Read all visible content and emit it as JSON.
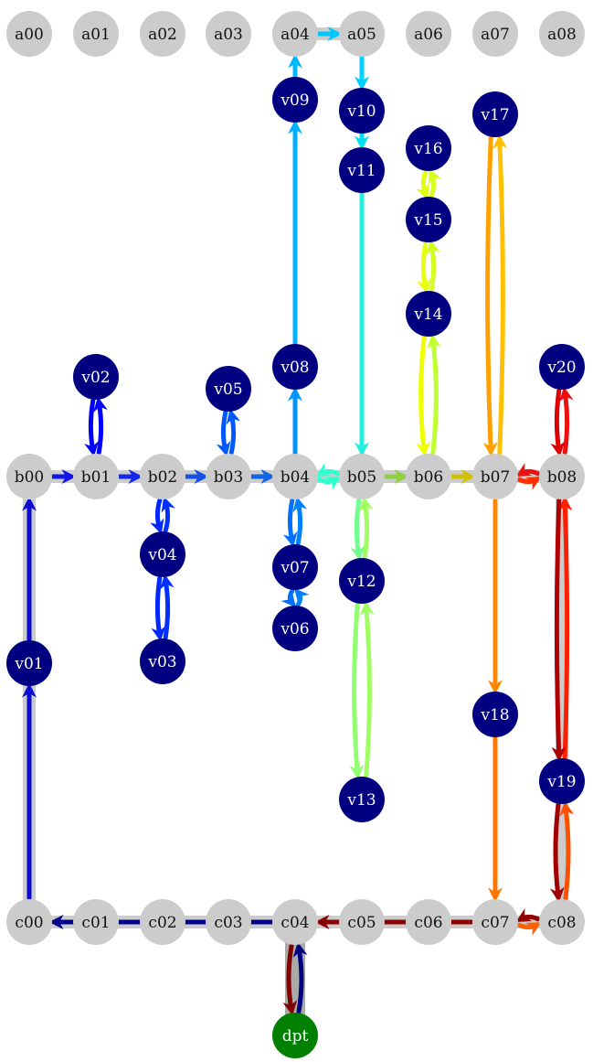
{
  "colors": {
    "grid_node": "#cccccc",
    "vertex_node": "#000080",
    "depot_node": "#008000",
    "grid_label": "#111111",
    "vertex_label": "#ffffff",
    "depot_label": "#ffffff",
    "link": "#cccccc",
    "depot_link": "#aaaaaa"
  },
  "nodes": [
    {
      "id": "a00",
      "label": "a00",
      "kind": "grid"
    },
    {
      "id": "a01",
      "label": "a01",
      "kind": "grid"
    },
    {
      "id": "a02",
      "label": "a02",
      "kind": "grid"
    },
    {
      "id": "a03",
      "label": "a03",
      "kind": "grid"
    },
    {
      "id": "a04",
      "label": "a04",
      "kind": "grid"
    },
    {
      "id": "a05",
      "label": "a05",
      "kind": "grid"
    },
    {
      "id": "a06",
      "label": "a06",
      "kind": "grid"
    },
    {
      "id": "a07",
      "label": "a07",
      "kind": "grid"
    },
    {
      "id": "a08",
      "label": "a08",
      "kind": "grid"
    },
    {
      "id": "b00",
      "label": "b00",
      "kind": "grid"
    },
    {
      "id": "b01",
      "label": "b01",
      "kind": "grid"
    },
    {
      "id": "b02",
      "label": "b02",
      "kind": "grid"
    },
    {
      "id": "b03",
      "label": "b03",
      "kind": "grid"
    },
    {
      "id": "b04",
      "label": "b04",
      "kind": "grid"
    },
    {
      "id": "b05",
      "label": "b05",
      "kind": "grid"
    },
    {
      "id": "b06",
      "label": "b06",
      "kind": "grid"
    },
    {
      "id": "b07",
      "label": "b07",
      "kind": "grid"
    },
    {
      "id": "b08",
      "label": "b08",
      "kind": "grid"
    },
    {
      "id": "c00",
      "label": "c00",
      "kind": "grid"
    },
    {
      "id": "c01",
      "label": "c01",
      "kind": "grid"
    },
    {
      "id": "c02",
      "label": "c02",
      "kind": "grid"
    },
    {
      "id": "c03",
      "label": "c03",
      "kind": "grid"
    },
    {
      "id": "c04",
      "label": "c04",
      "kind": "grid"
    },
    {
      "id": "c05",
      "label": "c05",
      "kind": "grid"
    },
    {
      "id": "c06",
      "label": "c06",
      "kind": "grid"
    },
    {
      "id": "c07",
      "label": "c07",
      "kind": "grid"
    },
    {
      "id": "c08",
      "label": "c08",
      "kind": "grid"
    },
    {
      "id": "v01",
      "label": "v01",
      "kind": "vertex"
    },
    {
      "id": "v02",
      "label": "v02",
      "kind": "vertex"
    },
    {
      "id": "v03",
      "label": "v03",
      "kind": "vertex"
    },
    {
      "id": "v04",
      "label": "v04",
      "kind": "vertex"
    },
    {
      "id": "v05",
      "label": "v05",
      "kind": "vertex"
    },
    {
      "id": "v06",
      "label": "v06",
      "kind": "vertex"
    },
    {
      "id": "v07",
      "label": "v07",
      "kind": "vertex"
    },
    {
      "id": "v08",
      "label": "v08",
      "kind": "vertex"
    },
    {
      "id": "v09",
      "label": "v09",
      "kind": "vertex"
    },
    {
      "id": "v10",
      "label": "v10",
      "kind": "vertex"
    },
    {
      "id": "v11",
      "label": "v11",
      "kind": "vertex"
    },
    {
      "id": "v12",
      "label": "v12",
      "kind": "vertex"
    },
    {
      "id": "v13",
      "label": "v13",
      "kind": "vertex"
    },
    {
      "id": "v14",
      "label": "v14",
      "kind": "vertex"
    },
    {
      "id": "v15",
      "label": "v15",
      "kind": "vertex"
    },
    {
      "id": "v16",
      "label": "v16",
      "kind": "vertex"
    },
    {
      "id": "v17",
      "label": "v17",
      "kind": "vertex"
    },
    {
      "id": "v18",
      "label": "v18",
      "kind": "vertex"
    },
    {
      "id": "v19",
      "label": "v19",
      "kind": "vertex"
    },
    {
      "id": "v20",
      "label": "v20",
      "kind": "vertex"
    },
    {
      "id": "dpt",
      "label": "dpt",
      "kind": "depot"
    }
  ],
  "links": [
    {
      "from": "b00",
      "to": "b01"
    },
    {
      "from": "b01",
      "to": "b02"
    },
    {
      "from": "b02",
      "to": "b03"
    },
    {
      "from": "b03",
      "to": "b04"
    },
    {
      "from": "b04",
      "to": "b05"
    },
    {
      "from": "b05",
      "to": "b06"
    },
    {
      "from": "b06",
      "to": "b07"
    },
    {
      "from": "b07",
      "to": "b08"
    },
    {
      "from": "c00",
      "to": "c01"
    },
    {
      "from": "c01",
      "to": "c02"
    },
    {
      "from": "c02",
      "to": "c03"
    },
    {
      "from": "c03",
      "to": "c04"
    },
    {
      "from": "c04",
      "to": "c05"
    },
    {
      "from": "c05",
      "to": "c06"
    },
    {
      "from": "c06",
      "to": "c07"
    },
    {
      "from": "c07",
      "to": "c08"
    },
    {
      "from": "b00",
      "to": "c00"
    },
    {
      "from": "b08",
      "to": "c08"
    },
    {
      "from": "a04",
      "to": "a05"
    }
  ],
  "depot_link": {
    "from": "c04",
    "to": "dpt"
  },
  "route": [
    {
      "from": "dpt",
      "to": "c04",
      "color": "#000080",
      "bend": 10
    },
    {
      "from": "c04",
      "to": "c00",
      "color": "#00008b",
      "bend": 0
    },
    {
      "from": "c00",
      "to": "v01",
      "color": "#0a0ad0",
      "bend": 0
    },
    {
      "from": "v01",
      "to": "b00",
      "color": "#0a0ad0",
      "bend": 0
    },
    {
      "from": "b00",
      "to": "b01",
      "color": "#1414e6",
      "bend": 0
    },
    {
      "from": "b01",
      "to": "v02",
      "color": "#0000ff",
      "bend": 8
    },
    {
      "from": "v02",
      "to": "b01",
      "color": "#0000ff",
      "bend": 8
    },
    {
      "from": "b01",
      "to": "b02",
      "color": "#1428e6",
      "bend": 0
    },
    {
      "from": "b02",
      "to": "v04",
      "color": "#0028ff",
      "bend": 8
    },
    {
      "from": "v04",
      "to": "v03",
      "color": "#0028ff",
      "bend": 8
    },
    {
      "from": "v03",
      "to": "v04",
      "color": "#0030ff",
      "bend": 8
    },
    {
      "from": "v04",
      "to": "b02",
      "color": "#0030ff",
      "bend": 8
    },
    {
      "from": "b02",
      "to": "b03",
      "color": "#1450e6",
      "bend": 0
    },
    {
      "from": "b03",
      "to": "v05",
      "color": "#0058ff",
      "bend": 8
    },
    {
      "from": "v05",
      "to": "b03",
      "color": "#0058ff",
      "bend": 8
    },
    {
      "from": "b03",
      "to": "b04",
      "color": "#1464e6",
      "bend": 0
    },
    {
      "from": "b04",
      "to": "v07",
      "color": "#0070ff",
      "bend": 8
    },
    {
      "from": "v07",
      "to": "v06",
      "color": "#0070ff",
      "bend": 8
    },
    {
      "from": "v06",
      "to": "v07",
      "color": "#0080ff",
      "bend": 8
    },
    {
      "from": "v07",
      "to": "b04",
      "color": "#0080ff",
      "bend": 8
    },
    {
      "from": "b04",
      "to": "v08",
      "color": "#0094ff",
      "bend": 0
    },
    {
      "from": "v08",
      "to": "v09",
      "color": "#00b0ff",
      "bend": 0
    },
    {
      "from": "v09",
      "to": "a04",
      "color": "#00b8ff",
      "bend": 0
    },
    {
      "from": "a04",
      "to": "a05",
      "color": "#00c8ff",
      "bend": 0
    },
    {
      "from": "a05",
      "to": "v10",
      "color": "#00d0ff",
      "bend": 0
    },
    {
      "from": "v10",
      "to": "v11",
      "color": "#00e0f0",
      "bend": 0
    },
    {
      "from": "v11",
      "to": "b05",
      "color": "#20f0e0",
      "bend": 0
    },
    {
      "from": "b05",
      "to": "b04",
      "color": "#30ffd0",
      "bend": 8
    },
    {
      "from": "b04",
      "to": "b05",
      "color": "#30ffd0",
      "bend": 8
    },
    {
      "from": "b05",
      "to": "v12",
      "color": "#70ff90",
      "bend": 8
    },
    {
      "from": "v12",
      "to": "v13",
      "color": "#90ff70",
      "bend": 12
    },
    {
      "from": "v13",
      "to": "v12",
      "color": "#a0ff60",
      "bend": 12
    },
    {
      "from": "v12",
      "to": "b05",
      "color": "#a0ff60",
      "bend": 8
    },
    {
      "from": "b05",
      "to": "b06",
      "color": "#90d040",
      "bend": 0
    },
    {
      "from": "b06",
      "to": "v14",
      "color": "#c0ff30",
      "bend": 12
    },
    {
      "from": "v14",
      "to": "v15",
      "color": "#d0ff20",
      "bend": 8
    },
    {
      "from": "v15",
      "to": "v16",
      "color": "#d8ff20",
      "bend": 8
    },
    {
      "from": "v16",
      "to": "v15",
      "color": "#e0ff10",
      "bend": 8
    },
    {
      "from": "v15",
      "to": "v14",
      "color": "#e8ff10",
      "bend": 8
    },
    {
      "from": "v14",
      "to": "b06",
      "color": "#f0ff00",
      "bend": 12
    },
    {
      "from": "b06",
      "to": "b07",
      "color": "#d0c000",
      "bend": 0
    },
    {
      "from": "b07",
      "to": "v17",
      "color": "#ffc000",
      "bend": 12
    },
    {
      "from": "v17",
      "to": "b07",
      "color": "#ffa000",
      "bend": 12
    },
    {
      "from": "b07",
      "to": "b08",
      "color": "#ff3000",
      "bend": 8
    },
    {
      "from": "b08",
      "to": "v20",
      "color": "#ee1010",
      "bend": 8
    },
    {
      "from": "v20",
      "to": "b08",
      "color": "#dd0000",
      "bend": 8
    },
    {
      "from": "b08",
      "to": "b07",
      "color": "#ee1010",
      "bend": 8
    },
    {
      "from": "b07",
      "to": "v18",
      "color": "#ff8800",
      "bend": 0
    },
    {
      "from": "v18",
      "to": "c07",
      "color": "#ff7700",
      "bend": 0
    },
    {
      "from": "c07",
      "to": "c08",
      "color": "#ff6000",
      "bend": 8
    },
    {
      "from": "c08",
      "to": "v19",
      "color": "#ff5000",
      "bend": 10
    },
    {
      "from": "v19",
      "to": "b08",
      "color": "#ff2000",
      "bend": 8
    },
    {
      "from": "b08",
      "to": "v19",
      "color": "#b00000",
      "bend": 8
    },
    {
      "from": "v19",
      "to": "c08",
      "color": "#a00000",
      "bend": 10
    },
    {
      "from": "c08",
      "to": "c07",
      "color": "#900000",
      "bend": 8
    },
    {
      "from": "c07",
      "to": "c04",
      "color": "#8b0000",
      "bend": 0
    },
    {
      "from": "c04",
      "to": "dpt",
      "color": "#800000",
      "bend": 10
    }
  ]
}
